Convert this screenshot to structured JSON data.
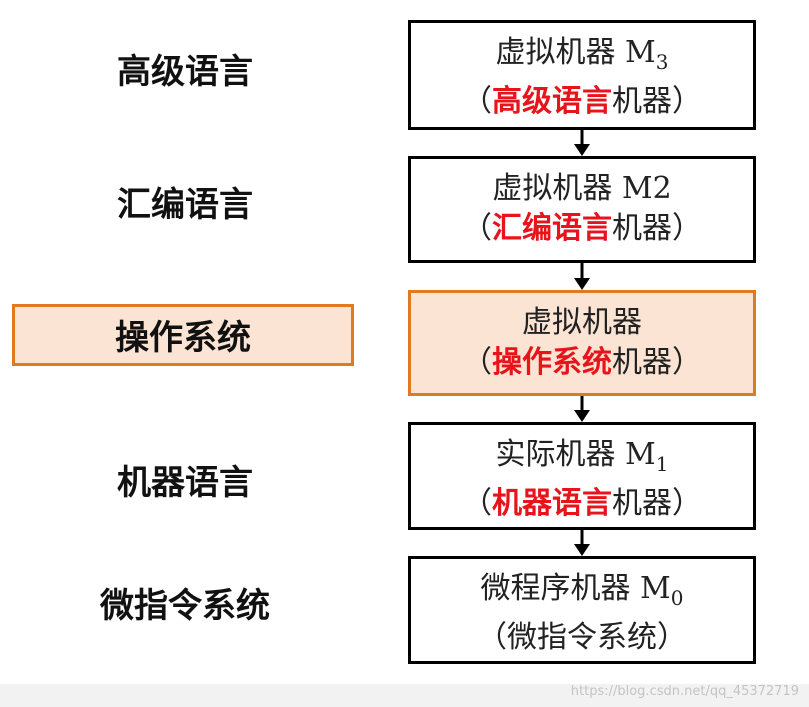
{
  "levels": [
    {
      "left_label": "高级语言",
      "box_title": "虚拟机器 M",
      "box_sub": "3",
      "machine_type": "高级语言",
      "machine_suffix": "机器）",
      "paren_open": "（",
      "highlight": false
    },
    {
      "left_label": "汇编语言",
      "box_title": "虚拟机器 M2",
      "box_sub": "",
      "machine_type": "汇编语言",
      "machine_suffix": "机器）",
      "paren_open": "（",
      "highlight": false
    },
    {
      "left_label": "操作系统",
      "box_title": "虚拟机器",
      "box_sub": "",
      "machine_type": "操作系统",
      "machine_suffix": "机器）",
      "paren_open": "（",
      "highlight": true
    },
    {
      "left_label": "机器语言",
      "box_title": "实际机器 M",
      "box_sub": "1",
      "machine_type": "机器语言",
      "machine_suffix": "机器）",
      "paren_open": "（",
      "highlight": false
    },
    {
      "left_label": "微指令系统",
      "box_title": "微程序机器 M",
      "box_sub": "0",
      "machine_type": "",
      "machine_suffix": "（微指令系统）",
      "paren_open": "",
      "highlight": false
    }
  ],
  "watermark": "https://blog.csdn.net/qq_45372719",
  "colors": {
    "highlight_fill": "#fbe4d3",
    "highlight_border": "#e07a1f",
    "red_text": "#e8141b"
  }
}
